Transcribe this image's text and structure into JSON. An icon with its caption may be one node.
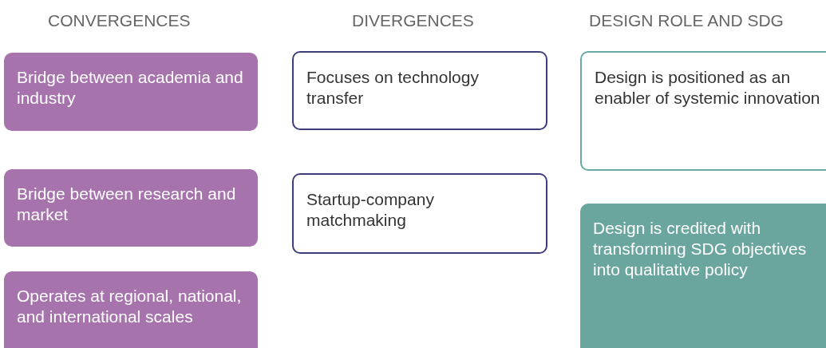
{
  "diagram": {
    "nodes": [
      {
        "text": [
          "Bridge between academia and industry"
        ]
      },
      {
        "text": [
          "Bridge between research and market"
        ]
      },
      {
        "text": [
          "Operates at regional, national, and international scales"
        ]
      },
      {
        "text": [
          "Focuses on technology transfer"
        ]
      },
      {
        "text": [
          "Startup-company matchmaking"
        ]
      },
      {
        "text": [
          "Design is positioned as an enabler of systemic innovation"
        ]
      },
      {
        "text": [
          "Design is credited with transforming SDG objectives into qualitative policy"
        ]
      }
    ],
    "edges": [],
    "labels": [
      "CONVERGENCES",
      "DIVERGENCES",
      "DESIGN ROLE AND SDG"
    ]
  }
}
